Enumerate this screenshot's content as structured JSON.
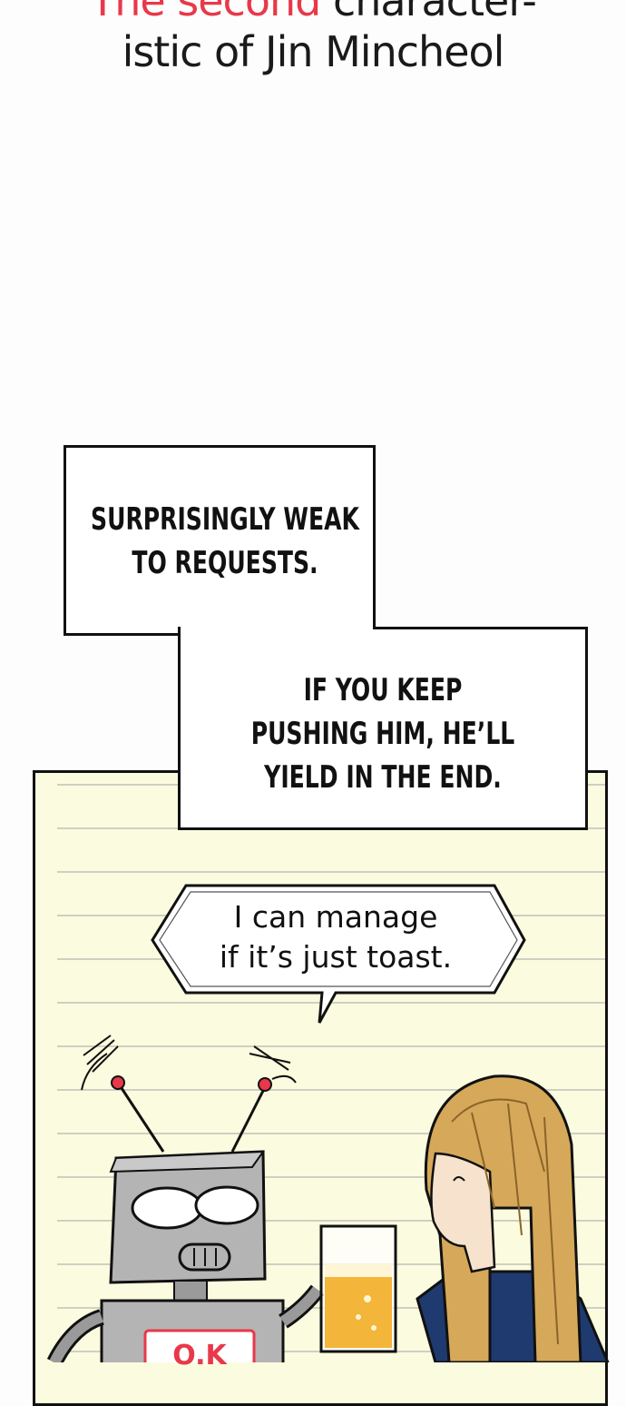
{
  "title": {
    "line1_red": "The second",
    "line1_rest": " character-",
    "line2": "istic of Jin Mincheol"
  },
  "narration": {
    "box1": [
      "SURPRISINGLY WEAK",
      "TO REQUESTS."
    ],
    "box2": [
      "IF YOU KEEP",
      "PUSHING HIM, HE’LL",
      "YIELD IN THE END."
    ]
  },
  "speech": [
    "I can manage",
    "if it’s just toast."
  ],
  "robot_chest_label": "O.K",
  "colors": {
    "title_red": "#e8384a",
    "panel_bg": "#fbfbdf",
    "hair": "#d6a85a",
    "robot_grey": "#b4b4b4"
  }
}
